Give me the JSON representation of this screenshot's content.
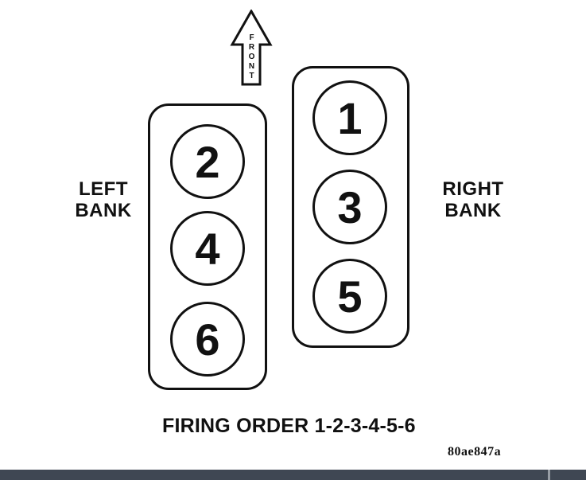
{
  "diagram": {
    "front_label": "FRONT",
    "left_bank": {
      "label_lines": [
        "LEFT",
        "BANK"
      ],
      "cylinders": [
        "2",
        "4",
        "6"
      ]
    },
    "right_bank": {
      "label_lines": [
        "RIGHT",
        "BANK"
      ],
      "cylinders": [
        "1",
        "3",
        "5"
      ]
    },
    "caption": "FIRING ORDER 1-2-3-4-5-6",
    "figure_code": "80ae847a",
    "firing_order": [
      "1",
      "2",
      "3",
      "4",
      "5",
      "6"
    ]
  },
  "colors": {
    "ink": "#111111",
    "background": "#ffffff",
    "bottom_bar": "#3f4753",
    "bottom_bar_divider": "#969ca4"
  }
}
